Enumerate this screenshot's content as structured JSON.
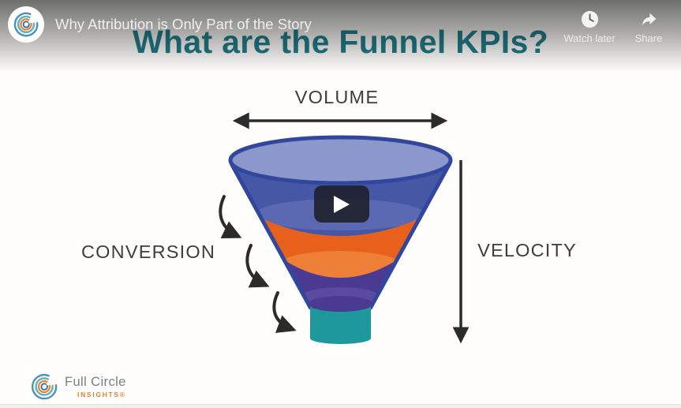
{
  "player": {
    "title": "Why Attribution is Only Part of the Story",
    "watch_later": "Watch later",
    "share": "Share"
  },
  "slide": {
    "heading": "What are the Funnel KPIs?",
    "volume_label": "VOLUME",
    "conversion_label": "CONVERSION",
    "velocity_label": "VELOCITY"
  },
  "branding": {
    "name": "Full Circle",
    "sub": "INSIGHTS®"
  },
  "diagram": {
    "type": "funnel",
    "kpi_axes": [
      {
        "label": "VOLUME",
        "orientation": "horizontal-double-arrow",
        "position": "top"
      },
      {
        "label": "CONVERSION",
        "orientation": "curved-arrows-down",
        "position": "left"
      },
      {
        "label": "VELOCITY",
        "orientation": "vertical-arrow-down",
        "position": "right"
      }
    ],
    "layers": [
      "periwinkle-top",
      "blue",
      "orange",
      "purple",
      "teal-spout"
    ]
  },
  "colors": {
    "heading_teal": "#1a7b89",
    "funnel_top": "#8c97cb",
    "funnel_rim": "#31479d",
    "funnel_blue": "#4657a5",
    "funnel_blue_light": "#5b68b2",
    "funnel_orange": "#e8611c",
    "funnel_orange_light": "#ee7f37",
    "funnel_purple": "#4b3a91",
    "funnel_purple_light": "#5a4aa0",
    "funnel_teal": "#1d989c",
    "arrow_black": "#2b2b2b",
    "label_gray": "#3d3d3d",
    "logo_orange": "#e8822d",
    "logo_gray": "#75818a"
  }
}
